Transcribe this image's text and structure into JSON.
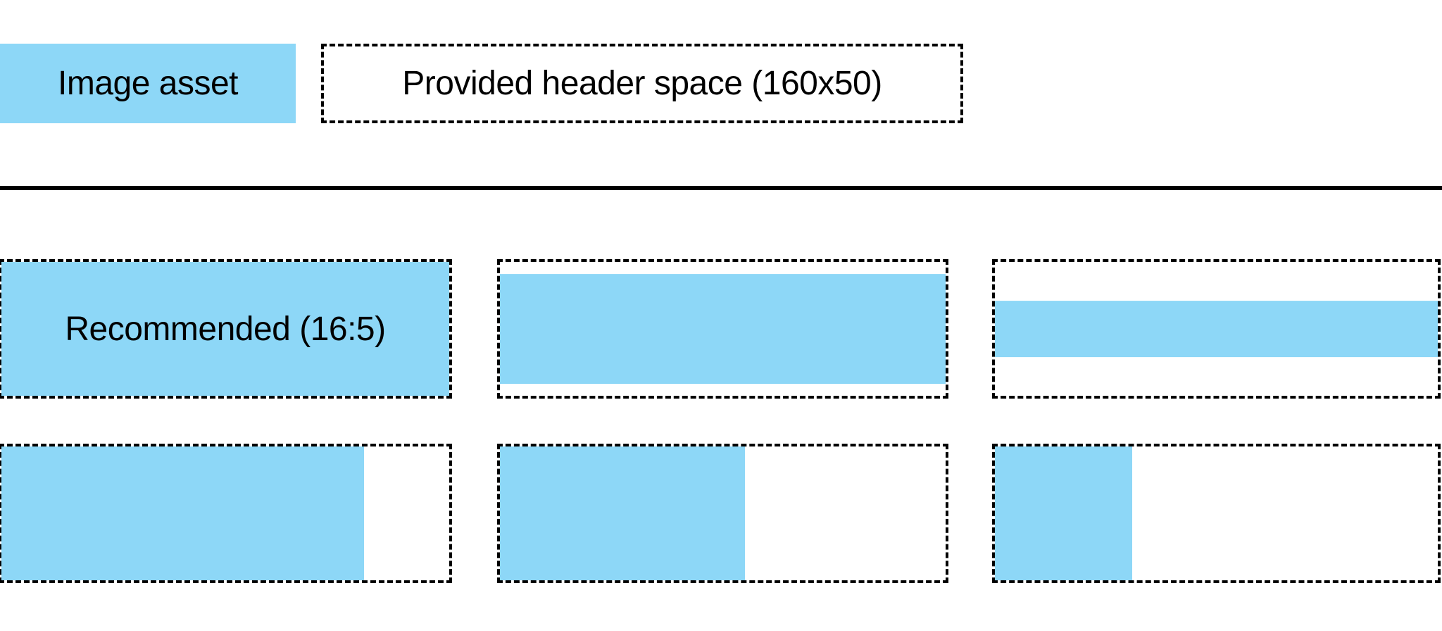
{
  "colors": {
    "asset_blue": "#8DD7F7",
    "line_black": "#000000",
    "background": "#FFFFFF",
    "text": "#000000"
  },
  "legend": {
    "image_asset_label": "Image asset",
    "header_space_label": "Provided header space (160x50)"
  },
  "examples": [
    {
      "label": "Recommended (16:5)",
      "fill_width_pct": 100,
      "fill_height_pct": 100,
      "align": "left"
    },
    {
      "label": "",
      "fill_width_pct": 100,
      "fill_height_pct": 82,
      "align": "center"
    },
    {
      "label": "",
      "fill_width_pct": 100,
      "fill_height_pct": 42,
      "align": "center"
    },
    {
      "label": "",
      "fill_width_pct": 81,
      "fill_height_pct": 100,
      "align": "left"
    },
    {
      "label": "",
      "fill_width_pct": 55,
      "fill_height_pct": 100,
      "align": "left"
    },
    {
      "label": "",
      "fill_width_pct": 31,
      "fill_height_pct": 100,
      "align": "left"
    }
  ]
}
